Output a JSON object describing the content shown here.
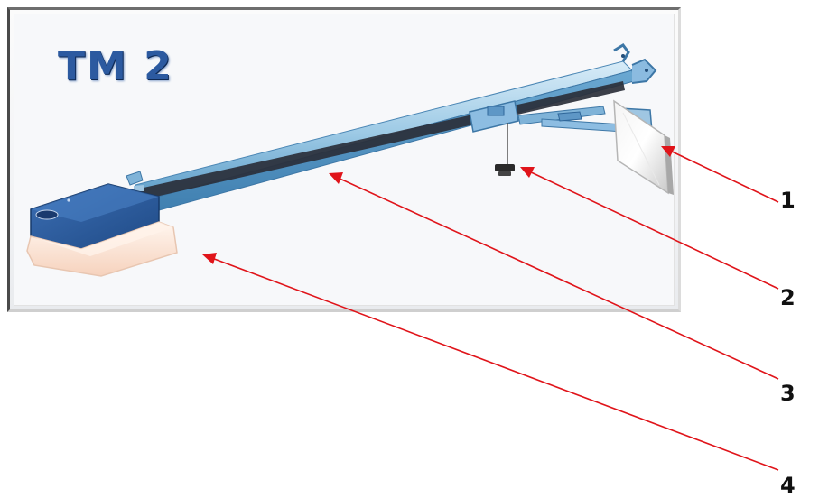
{
  "diagram": {
    "title": "TM 2",
    "callouts": [
      {
        "number": "1",
        "part": "door-bracket"
      },
      {
        "number": "2",
        "part": "emergency-release-handle"
      },
      {
        "number": "3",
        "part": "rail"
      },
      {
        "number": "4",
        "part": "motor-unit"
      }
    ]
  },
  "colors": {
    "title": "#2c5aa0",
    "arrow": "#e0141a",
    "rail": "#5b9cc8",
    "motor_housing": "#2e5c9e",
    "lamp_cover": "#fbe6d8"
  }
}
